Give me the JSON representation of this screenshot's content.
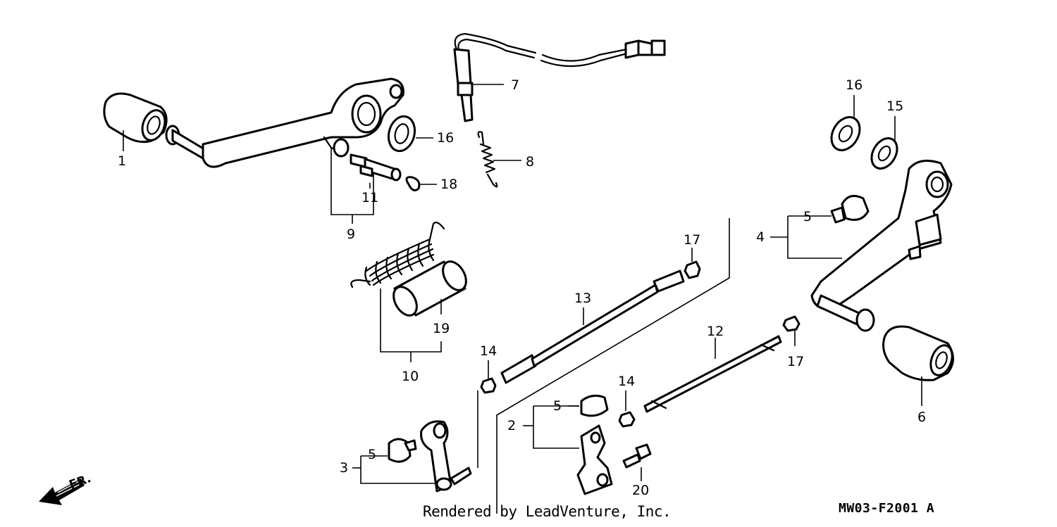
{
  "diagram": {
    "callouts": {
      "c1": "1",
      "c2": "2",
      "c3": "3",
      "c4": "4",
      "c5a": "5",
      "c5b": "5",
      "c5c": "5",
      "c6": "6",
      "c7": "7",
      "c8": "8",
      "c9": "9",
      "c10": "10",
      "c11": "11",
      "c12": "12",
      "c13": "13",
      "c14a": "14",
      "c14b": "14",
      "c15": "15",
      "c16a": "16",
      "c16b": "16",
      "c17a": "17",
      "c17b": "17",
      "c18": "18",
      "c19": "19",
      "c20": "20"
    },
    "direction_label": "FR.",
    "credit": "Rendered by LeadVenture, Inc.",
    "diagram_code": "MW03-F2001 A"
  }
}
